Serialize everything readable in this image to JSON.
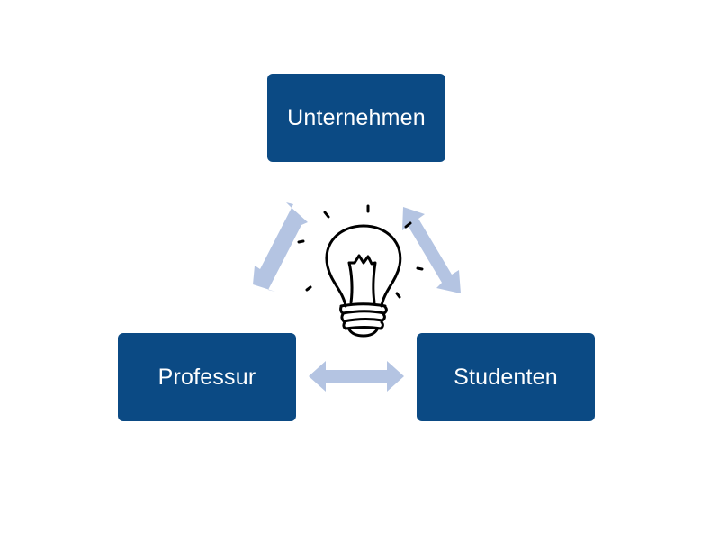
{
  "colors": {
    "node_fill": "#0b4a84",
    "node_text": "#ffffff",
    "arrow_fill": "#b4c4e2",
    "bulb_stroke": "#000000"
  },
  "nodes": {
    "top": {
      "label": "Unternehmen"
    },
    "left": {
      "label": "Professur"
    },
    "right": {
      "label": "Studenten"
    }
  },
  "arrows": [
    {
      "from": "Professur",
      "to": "Unternehmen",
      "direction": "bidirectional"
    },
    {
      "from": "Unternehmen",
      "to": "Studenten",
      "direction": "bidirectional"
    },
    {
      "from": "Professur",
      "to": "Studenten",
      "direction": "bidirectional"
    }
  ],
  "center_icon": "lightbulb-icon"
}
